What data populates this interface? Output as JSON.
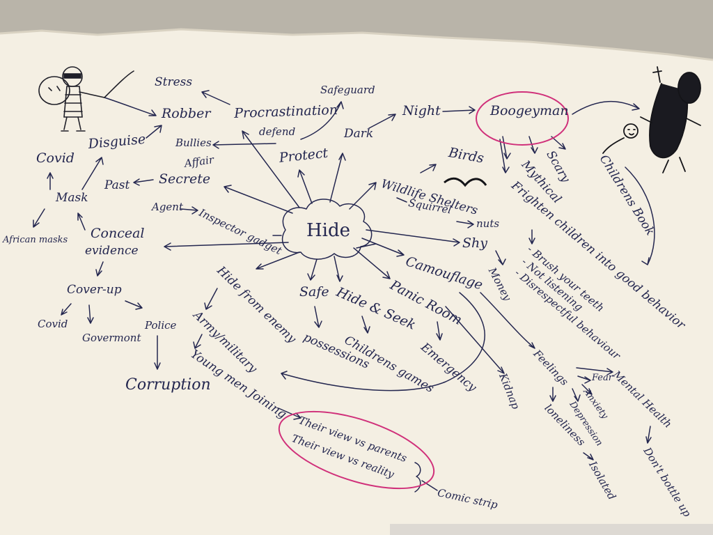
{
  "mind_map": {
    "center": "Hide",
    "words": {
      "stress": "Stress",
      "robber": "Robber",
      "procrastination": "Procrastination",
      "safeguard": "Safeguard",
      "night": "Night",
      "boogeyman": "Boogeyman",
      "covid_top": "Covid",
      "disguise": "Disguise",
      "bullies": "Bullies",
      "defend": "defend",
      "protect": "Protect",
      "dark": "Dark",
      "birds": "Birds",
      "scary": "Scary",
      "mythical": "Mythical",
      "childrens_book": "Childrens Book",
      "affair": "Affair",
      "past": "Past",
      "secrete": "Secrete",
      "mask": "Mask",
      "agent": "Agent",
      "inspector_gadget": "Inspector gadget",
      "wildlife_shelters": "Wildlife Shelters",
      "squirrel": "Squirrel",
      "nuts": "nuts",
      "frighten": "Frighten children into good behavior",
      "african_masks": "African masks",
      "conceal": "Conceal",
      "evidence": "evidence",
      "shy": "Shy",
      "money": "Money",
      "brush": "- Brush your teeth",
      "not_listening": "- Not listening",
      "disrespectful": "- Disrespectful behaviour",
      "camouflage": "Camouflage",
      "hide_from_enemy": "Hide from enemy",
      "cover_up": "Cover-up",
      "safe": "Safe",
      "hide_seek": "Hide & Seek",
      "panic_room": "Panic Room",
      "covid_bottom": "Covid",
      "police": "Police",
      "govermont": "Govermont",
      "army": "Army/military",
      "possessions": "possessions",
      "childrens_games": "Childrens games",
      "emergency": "Emergency",
      "feelings": "Feelings",
      "fear": "Fear",
      "anxiety": "Anxiety",
      "depression": "Depression",
      "mental_health": "Mental Health",
      "corruption": "Corruption",
      "young_men": "Young men Joining",
      "kidnap": "Kidnap",
      "loneliness": "loneliness",
      "isolated": "Isolated",
      "dont_bottle": "Don't bottle up",
      "view_parents": "Their view vs parents",
      "view_reality": "Their view vs reality",
      "comic_strip": "Comic strip"
    },
    "colors": {
      "ink": "#23264f",
      "highlight": "#d0307a",
      "paper": "#f4efe3"
    },
    "icons": [
      "robber-sketch-icon",
      "monster-sketch-icon",
      "bird-sketch-icon"
    ]
  }
}
